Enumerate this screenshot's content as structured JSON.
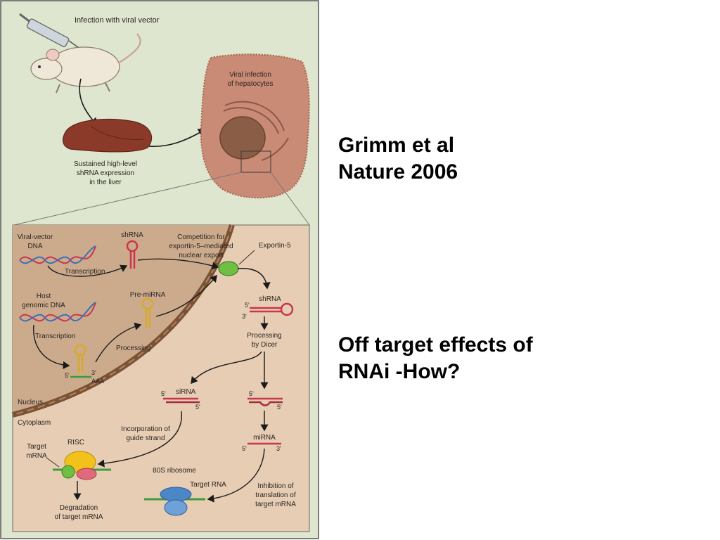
{
  "slide": {
    "citation": {
      "line1": "Grimm et al",
      "line2": "Nature 2006"
    },
    "question": {
      "line1": "Off target effects of",
      "line2": "RNAi -How?"
    }
  },
  "figure": {
    "top": {
      "injection": "Infection with viral vector",
      "liver_l1": "Sustained high-level",
      "liver_l2": "shRNA expression",
      "liver_l3": "in the liver",
      "hep_l1": "Viral infection",
      "hep_l2": "of hepatocytes"
    },
    "bottom": {
      "vv_l1": "Viral-vector",
      "vv_l2": "DNA",
      "shrna_top": "shRNA",
      "transcription1": "Transcription",
      "comp_l1": "Competition for",
      "comp_l2": "exportin-5–mediated",
      "comp_l3": "nuclear export",
      "exportin": "Exportin-5",
      "host_l1": "Host",
      "host_l2": "genomic DNA",
      "premirna": "Pre-miRNA",
      "shrna_cyto": "shRNA",
      "transcription2": "Transcription",
      "processing": "Processing",
      "dicer_l1": "Processing",
      "dicer_l2": "by Dicer",
      "five_prime": "5'",
      "three_prime": "3'",
      "aaa": "AAA",
      "nucleus": "Nucleus",
      "cytoplasm": "Cytoplasm",
      "sirna": "siRNA",
      "inc_l1": "Incorporation of",
      "inc_l2": "guide strand",
      "mirna": "miRNA",
      "target_l1": "Target",
      "target_l2": "mRNA",
      "risc": "RISC",
      "ribosome": "80S ribosome",
      "target_rna": "Target RNA",
      "inh_l1": "Inhibition of",
      "inh_l2": "translation of",
      "inh_l3": "target mRNA",
      "deg_l1": "Degradation",
      "deg_l2": "of target mRNA"
    }
  },
  "colors": {
    "top_panel_bg": "#dfe6cf",
    "bottom_panel_bg": "#e6cdb4",
    "nucleus_fill": "#c9a889",
    "nuclear_membrane": "#7a5236",
    "hepatocyte": "#c98b76",
    "liver": "#8b3a2a",
    "rna_red": "#c8364f",
    "mrna_green": "#3e9a3c",
    "exportin_green": "#6fbf45",
    "risc_yellow": "#f3c21a",
    "ribosome_blue": "#4b86c6"
  }
}
